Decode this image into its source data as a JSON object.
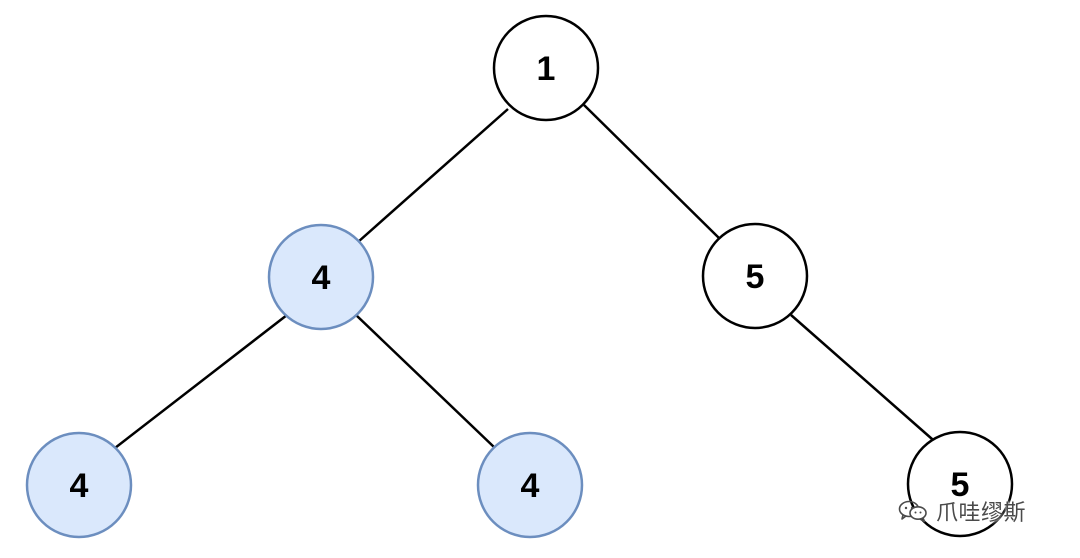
{
  "tree": {
    "root": {
      "value": "1",
      "fill": "#ffffff",
      "stroke": "#000000"
    },
    "left": {
      "value": "4",
      "fill": "#dae8fc",
      "stroke": "#6c8ebf"
    },
    "right": {
      "value": "5",
      "fill": "#ffffff",
      "stroke": "#000000"
    },
    "left_left": {
      "value": "4",
      "fill": "#dae8fc",
      "stroke": "#6c8ebf"
    },
    "left_right": {
      "value": "4",
      "fill": "#dae8fc",
      "stroke": "#6c8ebf"
    },
    "right_right": {
      "value": "5",
      "fill": "#ffffff",
      "stroke": "#000000"
    }
  },
  "watermark": {
    "text": "爪哇缪斯",
    "icon": "wechat-icon"
  }
}
